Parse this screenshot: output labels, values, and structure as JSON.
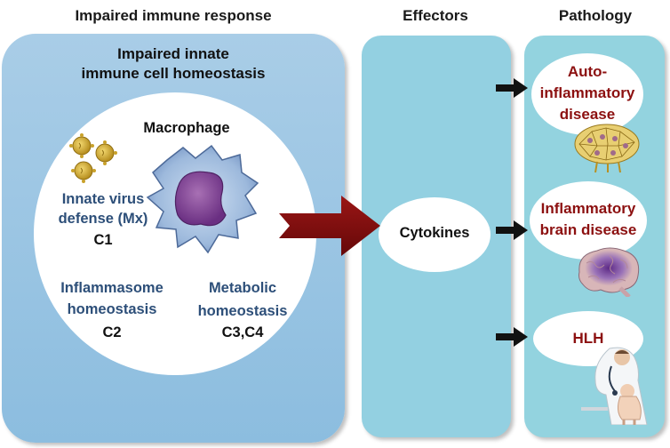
{
  "headers": {
    "left": "Impaired immune response",
    "middle": "Effectors",
    "right": "Pathology"
  },
  "left_panel": {
    "title_line1": "Impaired innate",
    "title_line2": "immune cell homeostasis",
    "cell_label": "Macrophage",
    "items": [
      {
        "line1": "Innate virus",
        "line2": "defense (Mx)",
        "code": "C1"
      },
      {
        "line1": "Inflammasome",
        "line2": "homeostasis",
        "code": "C2"
      },
      {
        "line1": "Metabolic",
        "line2": "homeostasis",
        "code": "C3,C4"
      }
    ]
  },
  "middle_panel": {
    "effector": "Cytokines"
  },
  "right_panel": {
    "diseases": [
      {
        "line1": "Auto-",
        "line2": "inflammatory",
        "line3": "disease"
      },
      {
        "line1": "Inflammatory",
        "line2": "brain disease"
      },
      {
        "line1": "HLH"
      }
    ]
  },
  "colors": {
    "left_panel": "#8cbddf",
    "effector_panel": "#93d0e1",
    "navy_text": "#2d4f79",
    "disease_text": "#8c1010",
    "big_arrow": "#7a0d0d"
  },
  "icons": [
    "virus-icon",
    "macrophage-icon",
    "big-arrow-icon",
    "small-arrow-icon",
    "cell-cluster-icon",
    "brain-icon",
    "doctor-child-icon"
  ]
}
